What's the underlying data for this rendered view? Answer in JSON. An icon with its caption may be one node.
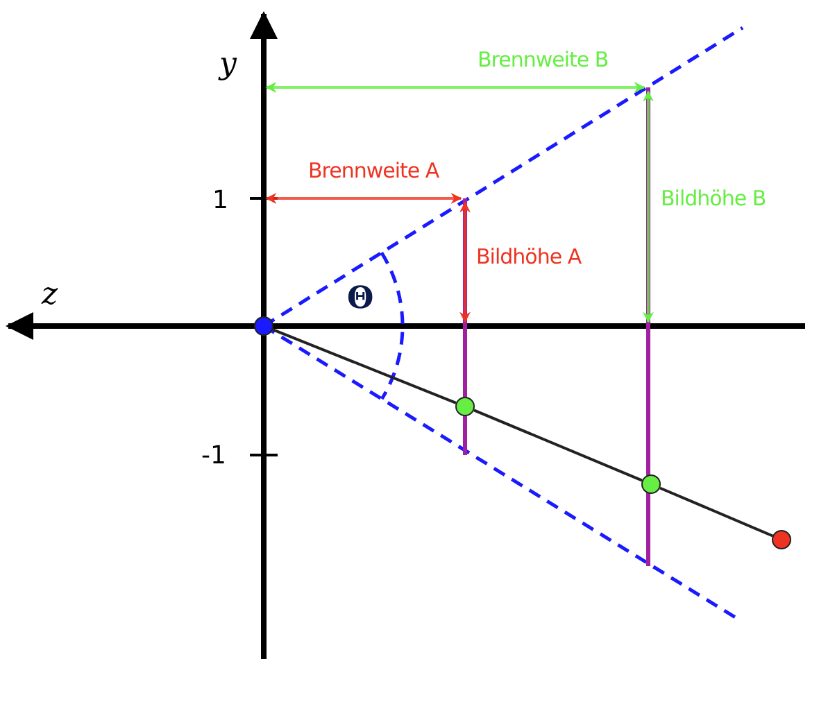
{
  "diagram": {
    "nodes": [
      {
        "text": [],
        "shape": "circle"
      },
      {
        "text": [],
        "shape": "circle"
      },
      {
        "text": [],
        "shape": "circle"
      },
      {
        "text": [],
        "shape": "circle"
      }
    ],
    "edges": [
      {
        "from": 0,
        "to": 1,
        "arrow": "none"
      },
      {
        "from": 1,
        "to": 2,
        "arrow": "none"
      },
      {
        "from": 2,
        "to": 3,
        "arrow": "none"
      }
    ],
    "labels": [
      "y",
      "Brennweite B",
      "Brennweite A",
      "1",
      "Bildhöhe B",
      "Bildhöhe A",
      "z",
      "Θ",
      "-1"
    ]
  }
}
